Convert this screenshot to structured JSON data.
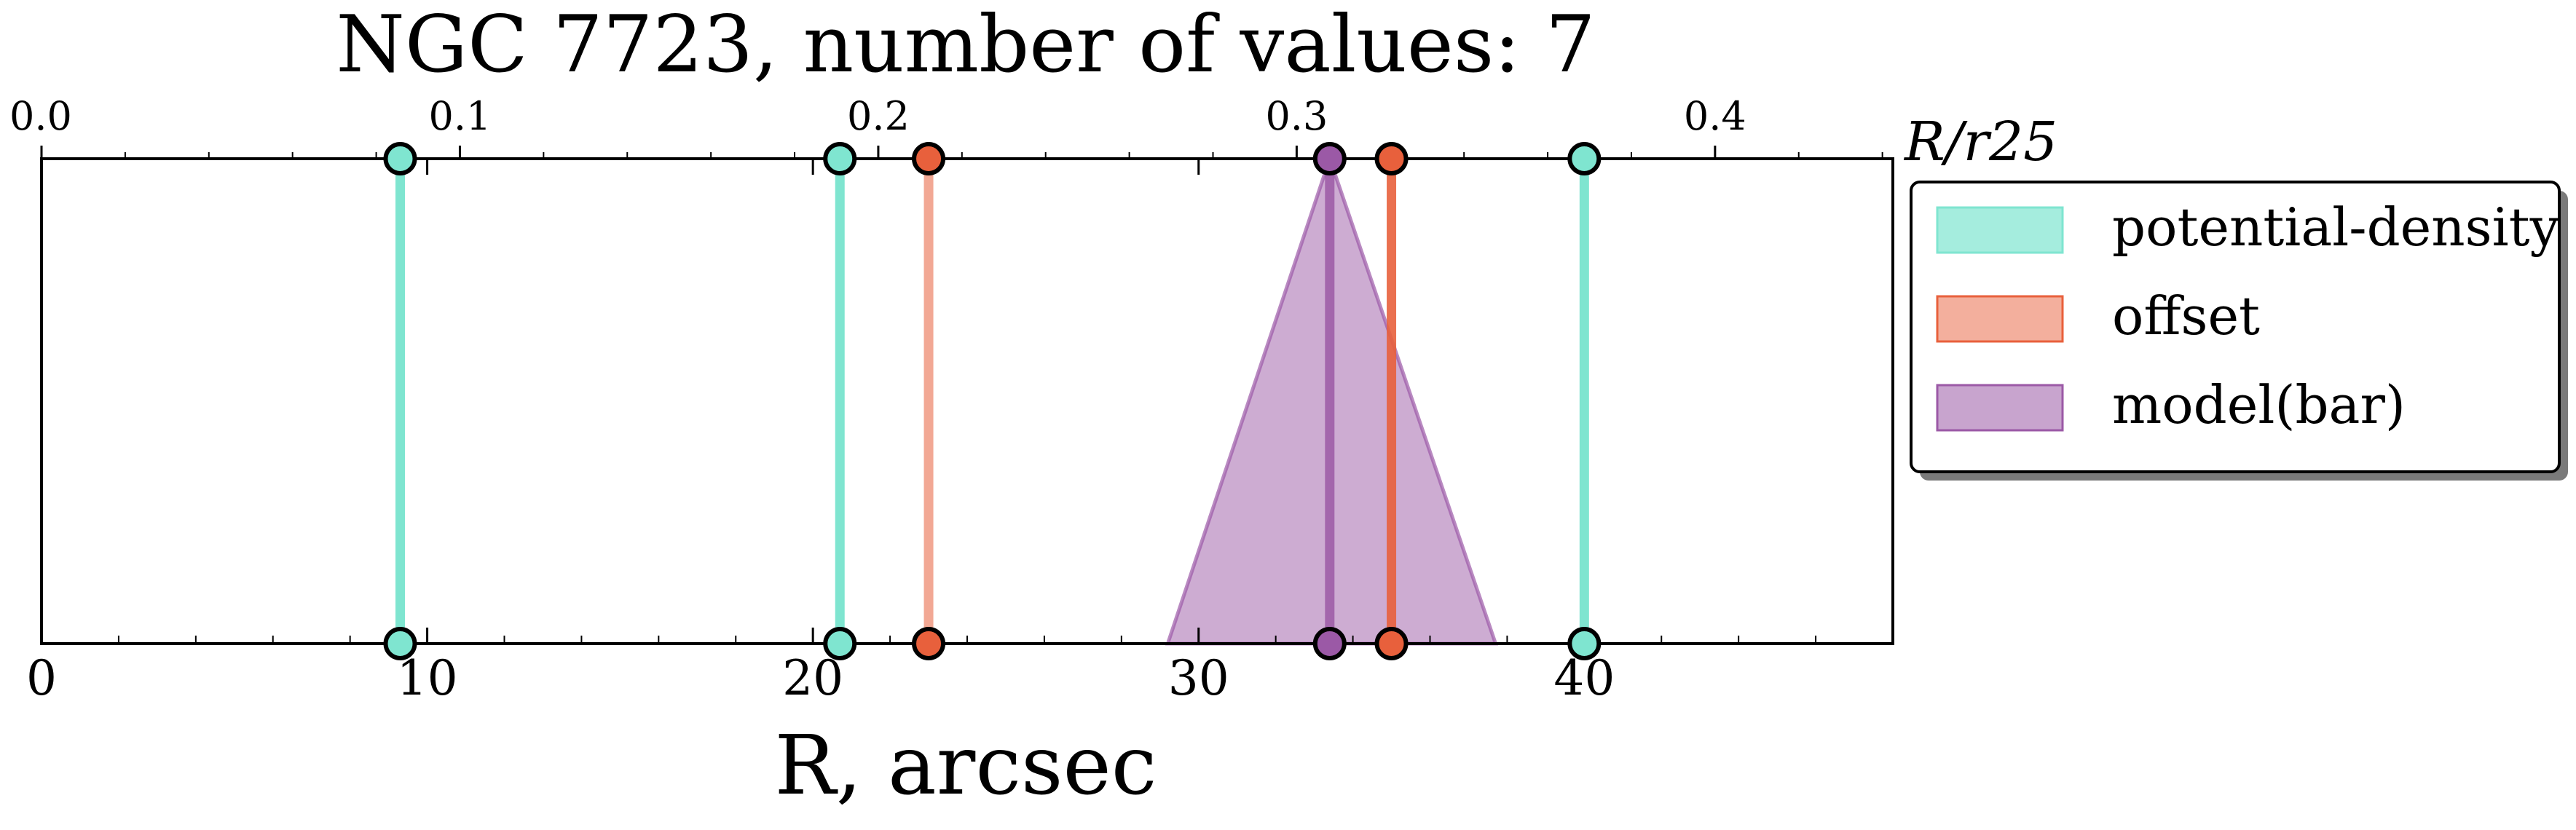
{
  "chart_data": {
    "type": "line",
    "title": "NGC 7723, number of values: 7",
    "xlabel": "R, arcsec",
    "xlabel_top": "R/r25",
    "xlim": [
      0,
      48
    ],
    "top_xlim": [
      0.0,
      0.4425
    ],
    "x_ticks": [
      0,
      10,
      20,
      30,
      40
    ],
    "x_tick_labels": [
      "0",
      "10",
      "20",
      "30",
      "40"
    ],
    "top_ticks": [
      0.0,
      0.1,
      0.2,
      0.3,
      0.4
    ],
    "top_tick_labels": [
      "0.0",
      "0.1",
      "0.2",
      "0.3",
      "0.4"
    ],
    "series": [
      {
        "name": "potential-density",
        "color": "#7fe5d0",
        "x": [
          9.3,
          20.7,
          40.0
        ]
      },
      {
        "name": "offset",
        "color": "#e8603c",
        "x": [
          23.0,
          35.0
        ],
        "alphas": [
          0.55,
          0.9
        ]
      },
      {
        "name": "model(bar)",
        "color": "#9b59a6",
        "x": [
          33.4
        ],
        "range": [
          29.2,
          37.7
        ]
      }
    ],
    "legend_position": "outside-right"
  }
}
